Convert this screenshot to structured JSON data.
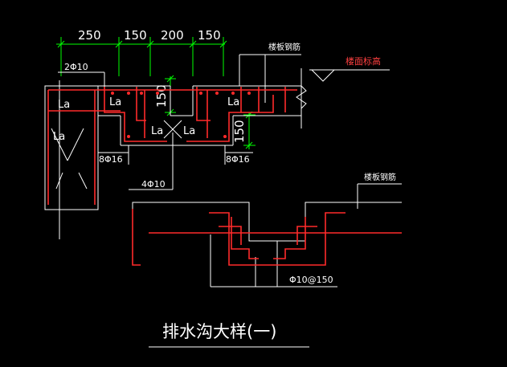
{
  "dimensions": {
    "d250": "250",
    "d150a": "150",
    "d200": "200",
    "d150b": "150",
    "v150a": "150",
    "v150b": "150"
  },
  "rebar": {
    "top": "2Φ10",
    "side_left": "8Φ16",
    "side_right": "8Φ16",
    "bottom": "4Φ10",
    "stirrup": "Φ10@150"
  },
  "anchorage": {
    "la": "La"
  },
  "notes": {
    "slab_rebar_top": "楼板钢筋",
    "slab_rebar_right": "楼板钢筋",
    "floor_level": "楼面标高"
  },
  "title": "排水沟大样(一)",
  "colors": {
    "background": "#000000",
    "outline": "#ffffff",
    "rebar": "#ff2a2a",
    "dimension": "#00ff00",
    "floor_level_text": "#ff4040"
  }
}
